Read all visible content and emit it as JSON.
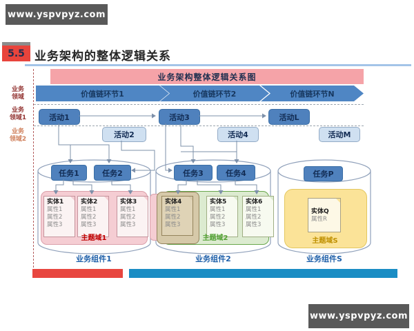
{
  "watermark": {
    "top_text": "www.yspvpyz.com",
    "bottom_text": "www.yspvpyz.com"
  },
  "header": {
    "section_number": "5.5",
    "title": "业务架构的整体逻辑关系"
  },
  "diagram": {
    "banner_title": "业务架构整体逻辑关系图",
    "row_labels": [
      {
        "line1": "业务",
        "line2": "领域"
      },
      {
        "line1": "业务",
        "line2": "领域1"
      },
      {
        "line1": "业务",
        "line2": "领域2"
      }
    ],
    "value_chain": [
      "价值链环节1",
      "价值链环节2",
      "价值链环节N"
    ],
    "activities_level1": [
      "活动1",
      "活动3",
      "活动L"
    ],
    "activities_level2": [
      "活动2",
      "活动4",
      "活动M"
    ],
    "components": [
      {
        "label": "业务组件1",
        "domain": "主题域1",
        "tasks": [
          "任务1",
          "任务2"
        ],
        "entities": [
          {
            "name": "实体1",
            "attrs": [
              "属性1",
              "属性2",
              "属性3"
            ]
          },
          {
            "name": "实体2",
            "attrs": [
              "属性1",
              "属性2",
              "属性3"
            ]
          },
          {
            "name": "实体3",
            "attrs": [
              "属性1",
              "属性2",
              "属性3"
            ]
          }
        ]
      },
      {
        "label": "业务组件2",
        "domain": "主题域2",
        "tasks": [
          "任务3",
          "任务4"
        ],
        "entities": [
          {
            "name": "实体4",
            "attrs": [
              "属性1",
              "属性2",
              "属性3"
            ]
          },
          {
            "name": "实体5",
            "attrs": [
              "属性1",
              "属性2",
              "属性3"
            ]
          },
          {
            "name": "实体6",
            "attrs": [
              "属性1",
              "属性2",
              "属性3"
            ]
          }
        ]
      },
      {
        "label": "业务组件S",
        "domain": "主题域S",
        "tasks": [
          "任务P"
        ],
        "entities": [
          {
            "name": "实体Q",
            "attrs": [
              "属性R"
            ]
          }
        ]
      }
    ]
  },
  "colors": {
    "banner_pink": "#f5a3a8",
    "chevron_blue": "#4f86c4",
    "box_dark_blue": "#4f81bd",
    "box_light_blue": "#cfe0f1",
    "domain_pink": "#f5cdd3",
    "domain_green": "#dcebd0",
    "domain_yellow": "#fbe398",
    "shared_tan": "#d6c9a9",
    "bar_red": "#e8463f",
    "bar_blue": "#1a8dc4",
    "watermark_gray": "#595959",
    "section_red": "#e8443c",
    "connector_gray_blue": "#7d90aa"
  }
}
